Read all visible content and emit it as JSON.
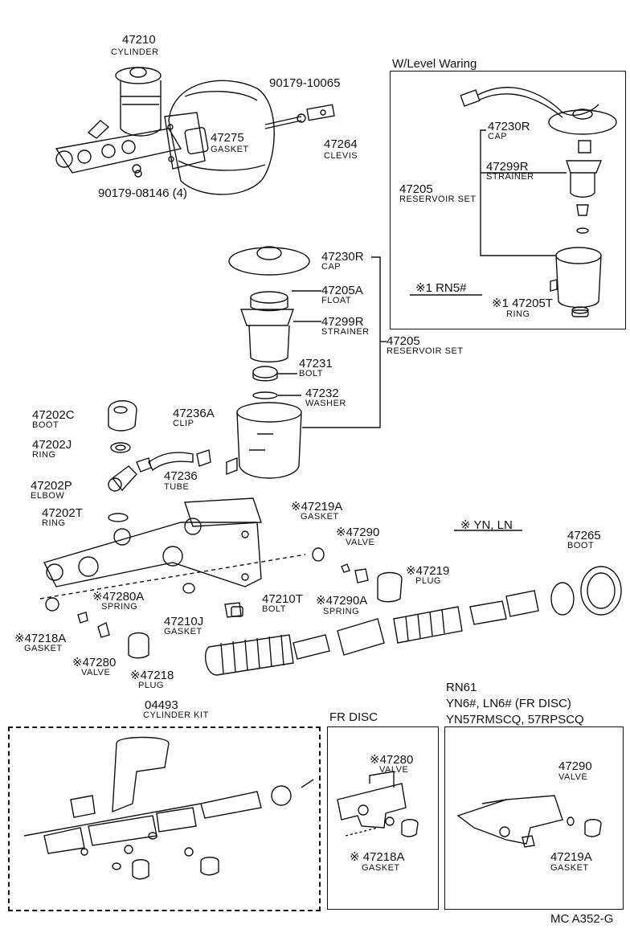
{
  "footer": {
    "code": "MC A352-G"
  },
  "sections": {
    "level_warning": "W/Level Waring",
    "yn_ln": "※ YN, LN",
    "fr_disc": "FR DISC",
    "rn61_line1": "RN61",
    "rn61_line2": "YN6#, LN6# (FR DISC)",
    "rn61_line3": "YN57RMSCQ, 57RPSCQ",
    "rn5_note": "※1 RN5#"
  },
  "parts": {
    "p47210": {
      "number": "47210",
      "name": "CYLINDER"
    },
    "p90179a": {
      "number": "90179-10065"
    },
    "p47275": {
      "number": "47275",
      "name": "GASKET"
    },
    "p47264": {
      "number": "47264",
      "name": "CLEVIS"
    },
    "p90179b": {
      "number": "90179-08146 (4)"
    },
    "lw47230R": {
      "number": "47230R",
      "name": "CAP"
    },
    "lw47299R": {
      "number": "47299R",
      "name": "STRAINER"
    },
    "lw47205": {
      "number": "47205",
      "name": "RESERVOIR SET"
    },
    "lw47205T": {
      "number": "※1 47205T",
      "name": "RING"
    },
    "p47230R": {
      "number": "47230R",
      "name": "CAP"
    },
    "p47205A": {
      "number": "47205A",
      "name": "FLOAT"
    },
    "p47299R": {
      "number": "47299R",
      "name": "STRAINER"
    },
    "p47205": {
      "number": "47205",
      "name": "RESERVOIR SET"
    },
    "p47231": {
      "number": "47231",
      "name": "BOLT"
    },
    "p47232": {
      "number": "47232",
      "name": "WASHER"
    },
    "p47202C": {
      "number": "47202C",
      "name": "BOOT"
    },
    "p47236A": {
      "number": "47236A",
      "name": "CLIP"
    },
    "p47202J": {
      "number": "47202J",
      "name": "RING"
    },
    "p47236": {
      "number": "47236",
      "name": "TUBE"
    },
    "p47202P": {
      "number": "47202P",
      "name": "ELBOW"
    },
    "p47202T": {
      "number": "47202T",
      "name": "RING"
    },
    "p47219A": {
      "number": "※47219A",
      "name": "GASKET"
    },
    "p47290": {
      "number": "※47290",
      "name": "VALVE"
    },
    "p47265": {
      "number": "47265",
      "name": "BOOT"
    },
    "p47219": {
      "number": "※47219",
      "name": "PLUG"
    },
    "p47290A": {
      "number": "※47290A",
      "name": "SPRING"
    },
    "p47210T": {
      "number": "47210T",
      "name": "BOLT"
    },
    "p47280A": {
      "number": "※47280A",
      "name": "SPRING"
    },
    "p47210J": {
      "number": "47210J",
      "name": "GASKET"
    },
    "p47218A": {
      "number": "※47218A",
      "name": "GASKET"
    },
    "p47280": {
      "number": "※47280",
      "name": "VALVE"
    },
    "p47218": {
      "number": "※47218",
      "name": "PLUG"
    },
    "p04493": {
      "number": "04493",
      "name": "CYLINDER KIT"
    },
    "fd47280": {
      "number": "※47280",
      "name": "VALVE"
    },
    "fd47218A": {
      "number": "※ 47218A",
      "name": "GASKET"
    },
    "rn47290": {
      "number": "47290",
      "name": "VALVE"
    },
    "rn47219A": {
      "number": "47219A",
      "name": "GASKET"
    }
  }
}
